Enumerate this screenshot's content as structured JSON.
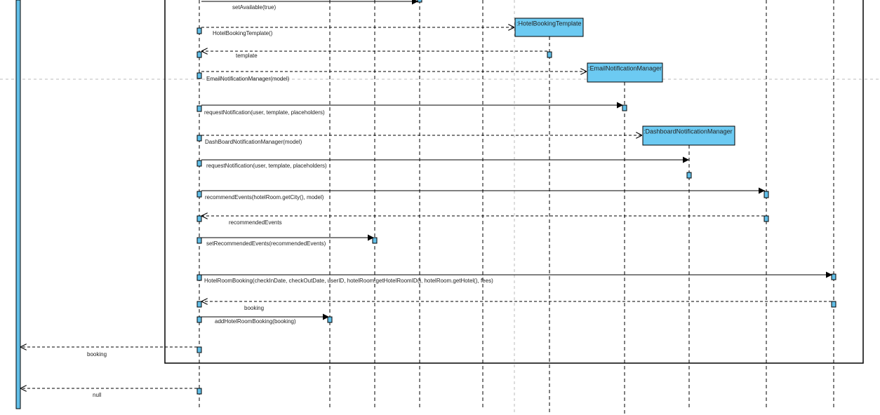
{
  "colors": {
    "activation_fill": "#62bfe8",
    "object_fill": "#6ccaf2",
    "line": "#000000",
    "page_break": "#bbbbbb"
  },
  "objects": [
    {
      "id": "hotel-booking-template",
      "label": ":HotelBookingTemplate"
    },
    {
      "id": "email-notification-manager",
      "label": ":EmailNotificationManager"
    },
    {
      "id": "dashboard-notification-manager",
      "label": ":DashboardNotificationManager"
    }
  ],
  "messages": [
    {
      "id": "set-available",
      "label": "setAvailable(true)",
      "kind": "sync"
    },
    {
      "id": "hotel-booking-template-create",
      "label": "HotelBookingTemplate()",
      "kind": "create"
    },
    {
      "id": "template-return",
      "label": "template",
      "kind": "return"
    },
    {
      "id": "email-manager-create",
      "label": "EmailNotificationManager(model)",
      "kind": "create"
    },
    {
      "id": "request-notification-email",
      "label": "requestNotification(user, template, placeholders)",
      "kind": "sync"
    },
    {
      "id": "dashboard-manager-create",
      "label": "DashBoardNotificationManager(model)",
      "kind": "create"
    },
    {
      "id": "request-notification-dashboard",
      "label": "requestNotification(user, template, placeholders)",
      "kind": "sync"
    },
    {
      "id": "recommend-events",
      "label": "recommendEvents(hotelRoom.getCity(), model)",
      "kind": "sync"
    },
    {
      "id": "recommended-events-return",
      "label": "recommendedEvents",
      "kind": "return"
    },
    {
      "id": "set-recommended-events",
      "label": "setRecommendedEvents(recommendedEvents)",
      "kind": "sync"
    },
    {
      "id": "hotel-room-booking",
      "label": "HotelRoomBooking(checkInDate, checkOutDate, userID, hotelRoom.getHotelRoomID(), hotelRoom.getHotel(), fees)",
      "kind": "sync"
    },
    {
      "id": "booking-return-inner",
      "label": "booking",
      "kind": "return"
    },
    {
      "id": "add-hotel-room-booking",
      "label": "addHotelRoomBooking(booking)",
      "kind": "sync"
    },
    {
      "id": "booking-return-outer",
      "label": "booking",
      "kind": "return"
    },
    {
      "id": "null-return",
      "label": "null",
      "kind": "return"
    }
  ]
}
